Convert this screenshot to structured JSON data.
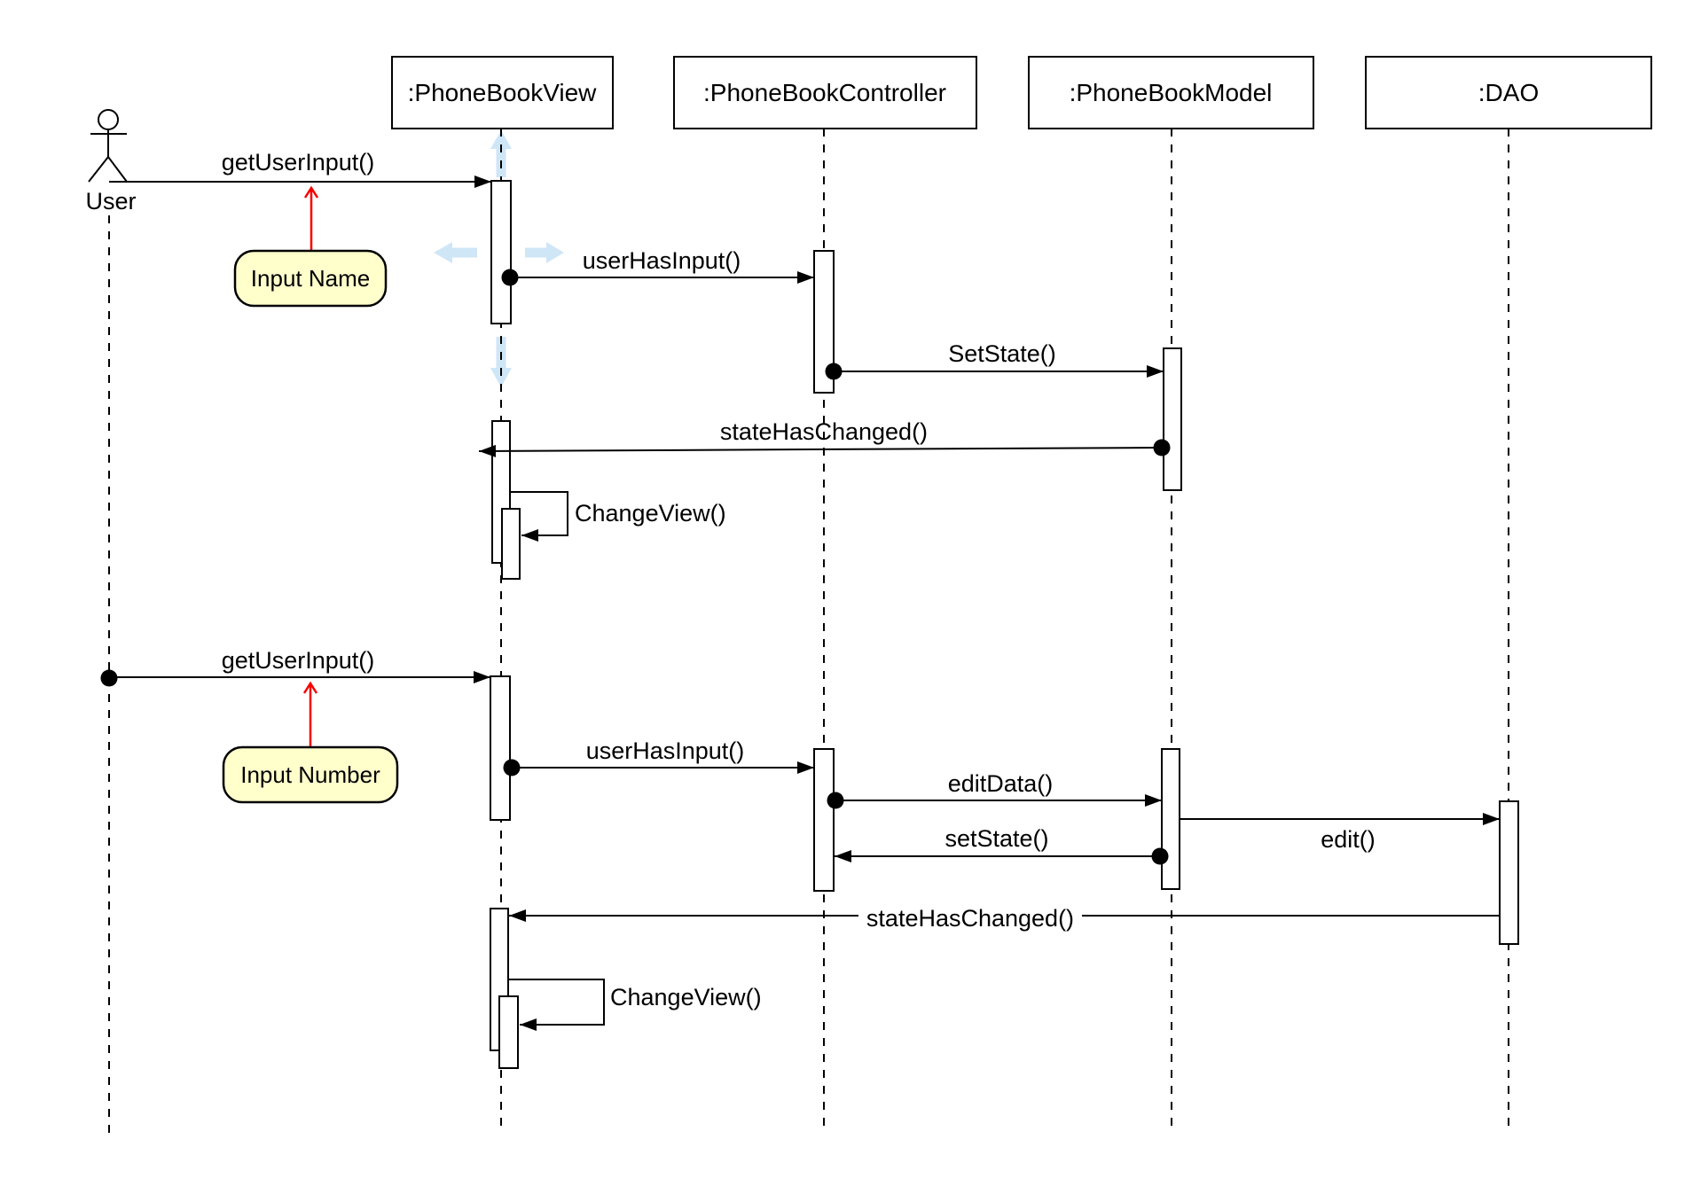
{
  "actor": {
    "label": "User"
  },
  "participants": {
    "view": {
      "label": ":PhoneBookView"
    },
    "controller": {
      "label": ":PhoneBookController"
    },
    "model": {
      "label": ":PhoneBookModel"
    },
    "dao": {
      "label": ":DAO"
    }
  },
  "messages": {
    "get_user_input_1": {
      "label": "getUserInput()"
    },
    "user_has_input_1": {
      "label": "userHasInput()"
    },
    "set_state_1": {
      "label": "SetState()"
    },
    "state_has_changed_1": {
      "label": "stateHasChanged()"
    },
    "change_view_1": {
      "label": "ChangeView()"
    },
    "get_user_input_2": {
      "label": "getUserInput()"
    },
    "user_has_input_2": {
      "label": "userHasInput()"
    },
    "edit_data": {
      "label": "editData()"
    },
    "set_state_2": {
      "label": "setState()"
    },
    "edit": {
      "label": "edit()"
    },
    "state_has_changed_2": {
      "label": "stateHasChanged()"
    },
    "change_view_2": {
      "label": "ChangeView()"
    }
  },
  "notes": {
    "input_name": {
      "label": "Input Name"
    },
    "input_number": {
      "label": "Input Number"
    }
  },
  "colors": {
    "background": "#ffffff",
    "line": "#000000",
    "note_fill": "#ffffcc",
    "note_border": "#000000",
    "annotation_arrow": "#f80000",
    "move_arrow": "#cfe6f7"
  }
}
